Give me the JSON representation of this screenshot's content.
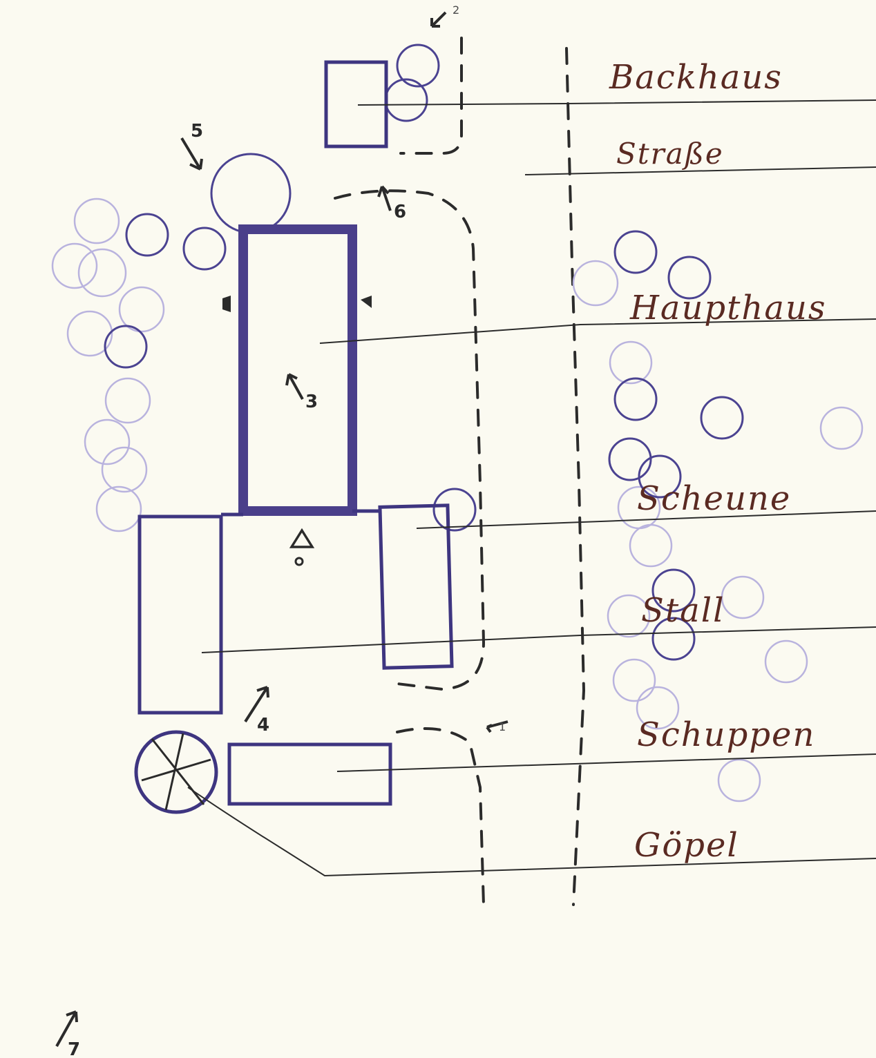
{
  "labels": {
    "backhaus": "Backhaus",
    "strasse": "Straße",
    "haupthaus": "Haupthaus",
    "scheune": "Scheune",
    "stall": "Stall",
    "schuppen": "Schuppen",
    "goepel": "Göpel"
  },
  "viewpoints": {
    "v1": "1",
    "v2": "2",
    "v3": "3",
    "v4": "4",
    "v5": "5",
    "v6": "6",
    "v7": "7"
  },
  "colors": {
    "ink_buildings": "#3e3580",
    "ink_labels": "#5a2a22",
    "ink_pencil": "#2b2b2b",
    "trees_light": "#b9b3de"
  }
}
